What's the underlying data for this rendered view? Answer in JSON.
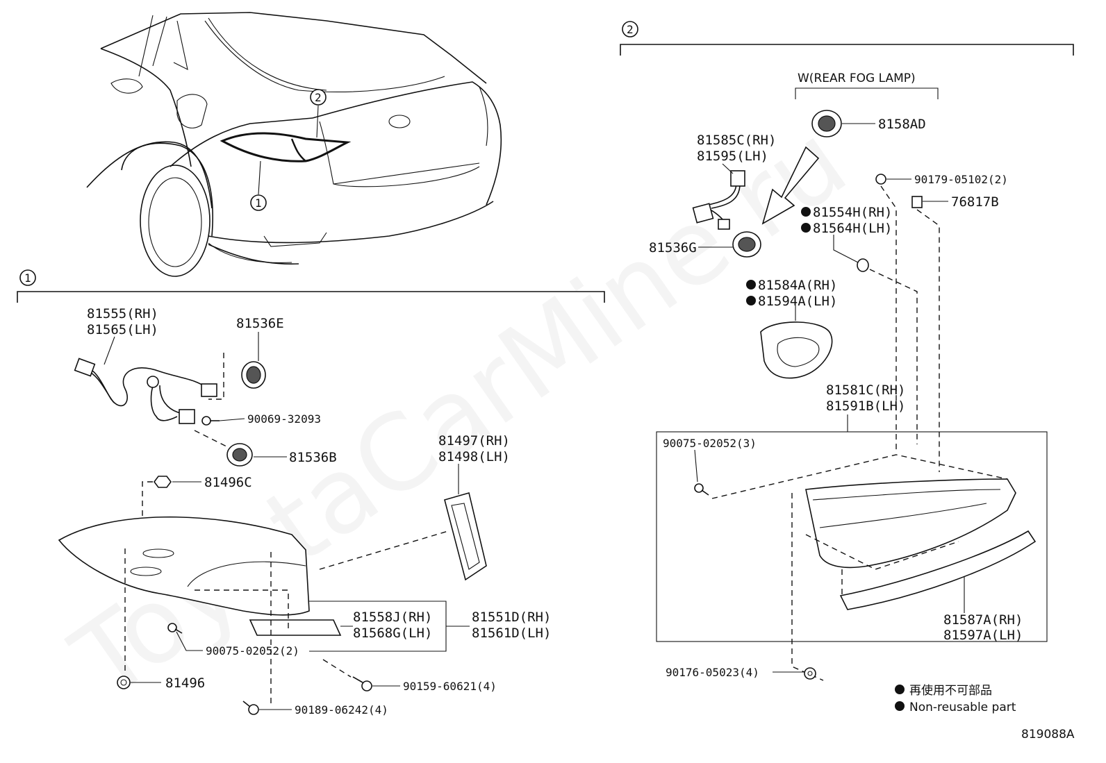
{
  "callouts": {
    "group1_marker": "1",
    "group2_marker": "2"
  },
  "sub_group": {
    "fog_lamp": "W(REAR FOG LAMP)"
  },
  "parts": {
    "p_8158AD": "8158AD",
    "p_81585C": "81585C(RH)",
    "p_81595": "81595(LH)",
    "p_90179": "90179-05102(2)",
    "p_76817B": "76817B",
    "p_81554H": "81554H(RH)",
    "p_81564H": "81564H(LH)",
    "p_81536G": "81536G",
    "p_81584A": "81584A(RH)",
    "p_81594A": "81594A(LH)",
    "p_81581C": "81581C(RH)",
    "p_81591B": "81591B(LH)",
    "p_90075_3": "90075-02052(3)",
    "p_81587A": "81587A(RH)",
    "p_81597A": "81597A(LH)",
    "p_90176": "90176-05023(4)",
    "p_81555": "81555(RH)",
    "p_81565": "81565(LH)",
    "p_81536E": "81536E",
    "p_90069": "90069-32093",
    "p_81536B": "81536B",
    "p_81497": "81497(RH)",
    "p_81498": "81498(LH)",
    "p_81496C": "81496C",
    "p_81558J": "81558J(RH)",
    "p_81568G": "81568G(LH)",
    "p_81551D": "81551D(RH)",
    "p_81561D": "81561D(LH)",
    "p_90075_2": "90075-02052(2)",
    "p_81496": "81496",
    "p_90159": "90159-60621(4)",
    "p_90189": "90189-06242(4)"
  },
  "legend": {
    "jp": "再使用不可部品",
    "en": "Non-reusable part"
  },
  "figure_id": "819088A",
  "watermark": "ToyotaCarMine.ru"
}
